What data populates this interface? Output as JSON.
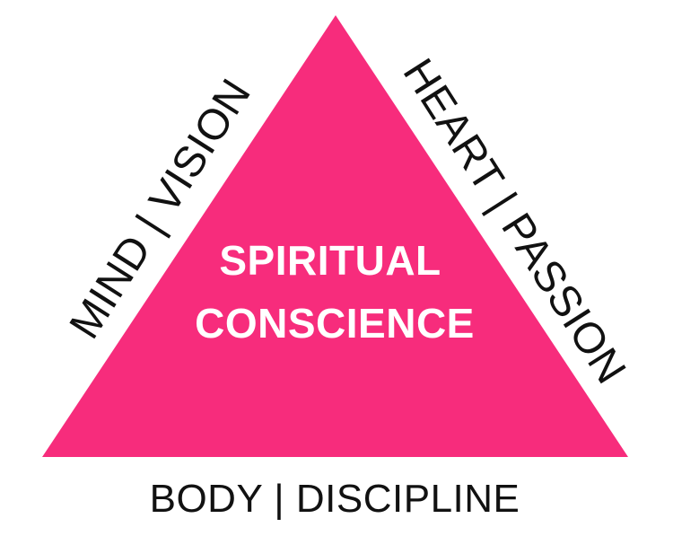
{
  "diagram": {
    "center": {
      "line1": "SPIRITUAL",
      "line2": "CONSCIENCE"
    },
    "left_side": "MIND | VISION",
    "right_side": "HEART | PASSION",
    "base": "BODY | DISCIPLINE",
    "colors": {
      "triangle": "#F72C7C",
      "label_text": "#111111",
      "center_text": "#FFFFFF"
    }
  }
}
